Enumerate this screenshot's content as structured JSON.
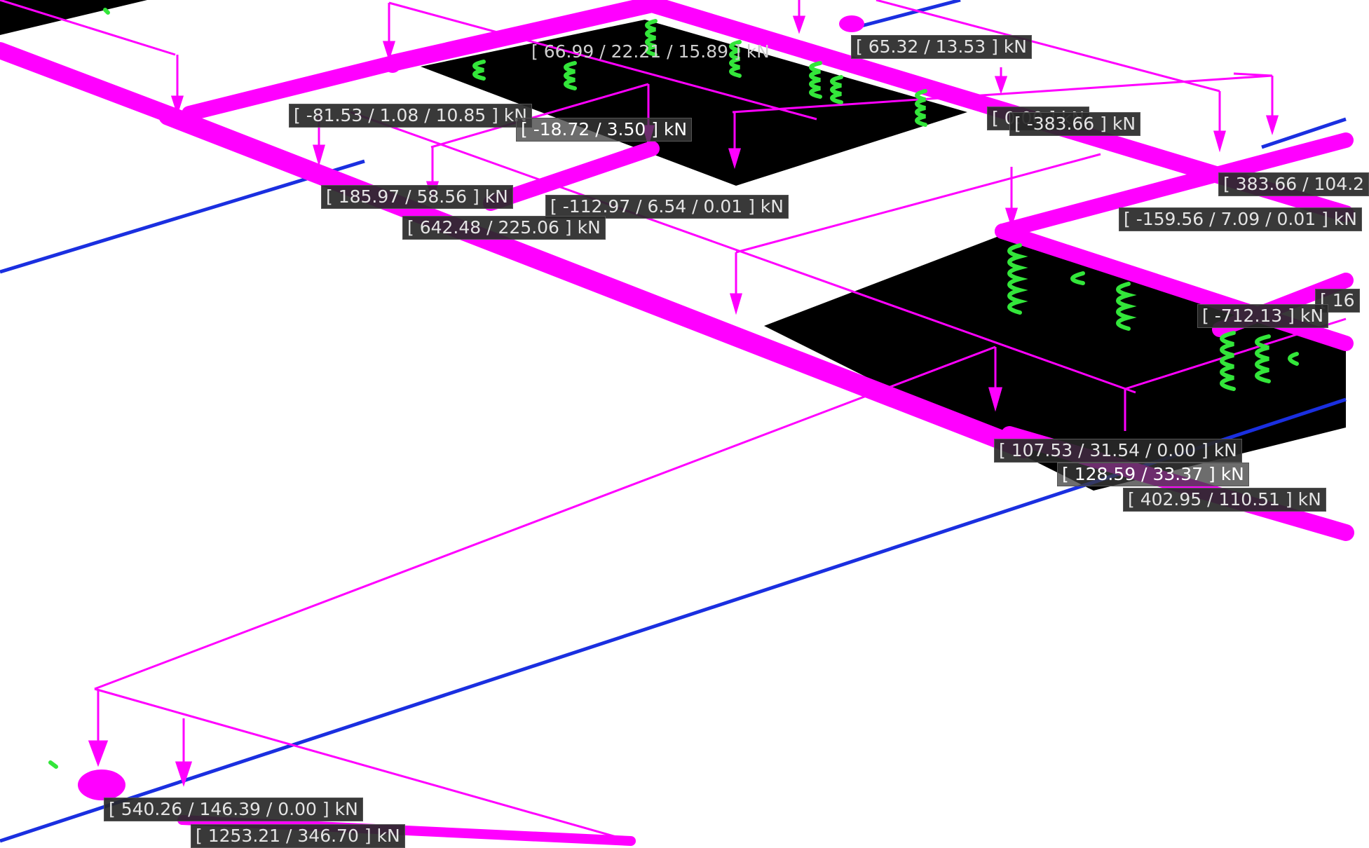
{
  "viewer": {
    "force_labels": [
      {
        "id": "l01",
        "text": "[ 66.99 / 22.21 / 15.89 ] kN",
        "style": "light"
      },
      {
        "id": "l02",
        "text": "[ 65.32 / 13.53 ] kN",
        "style": "dark"
      },
      {
        "id": "l03",
        "text": "[ -81.53 / 1.08 / 10.85 ] kN",
        "style": "dark"
      },
      {
        "id": "l04",
        "text": "[ -18.72 / 3.50 ] kN",
        "style": "dark"
      },
      {
        "id": "l05",
        "text": "[ 0.00 ] kN",
        "style": "dark"
      },
      {
        "id": "l06",
        "text": "[ -383.66 ] kN",
        "style": "dark"
      },
      {
        "id": "l07",
        "text": "[ 383.66 / 104.2",
        "style": "dark"
      },
      {
        "id": "l08",
        "text": "[ 185.97 / 58.56 ] kN",
        "style": "dark"
      },
      {
        "id": "l09",
        "text": "[ -112.97 / 6.54 / 0.01 ] kN",
        "style": "dark"
      },
      {
        "id": "l10",
        "text": "[ 642.48 / 225.06 ] kN",
        "style": "dark"
      },
      {
        "id": "l11",
        "text": "[ -159.56 / 7.09 / 0.01 ] kN",
        "style": "dark"
      },
      {
        "id": "l12",
        "text": "[ 16",
        "style": "dark"
      },
      {
        "id": "l13",
        "text": "[ -712.13 ] kN",
        "style": "dark"
      },
      {
        "id": "l14",
        "text": "[ 107.53 / 31.54 / 0.00 ] kN",
        "style": "dark"
      },
      {
        "id": "l15",
        "text": "[ 128.59 / 33.37 ] kN",
        "style": "dark"
      },
      {
        "id": "l16",
        "text": "[ 402.95 / 110.51 ] kN",
        "style": "dark"
      },
      {
        "id": "l17",
        "text": "[ 540.26 / 146.39 / 0.00 ] kN",
        "style": "dark"
      },
      {
        "id": "l18",
        "text": "[ 1253.21 / 346.70 ] kN",
        "style": "dark"
      }
    ],
    "colors": {
      "pipe": "#ff00ff",
      "axis": "#1a2fe0",
      "spring": "#33e63a",
      "ground": "#000000",
      "background": "#ffffff"
    }
  }
}
